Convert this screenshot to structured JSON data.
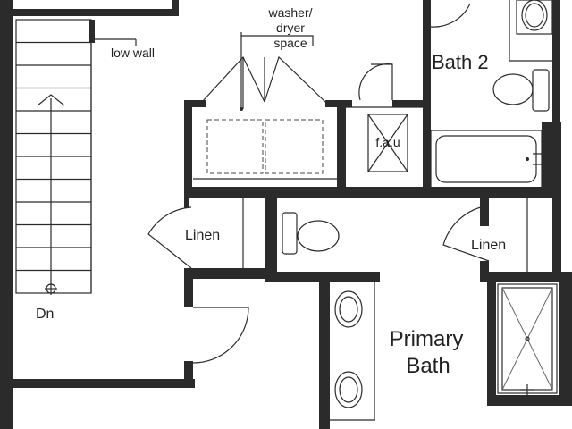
{
  "labels": {
    "low_wall": "low wall",
    "washer_dryer_line1": "washer/",
    "washer_dryer_line2": "dryer",
    "washer_dryer_line3": "space",
    "bath2": "Bath 2",
    "fau": "f.a.u",
    "linen_left": "Linen",
    "linen_right": "Linen",
    "stair_dn": "Dn",
    "primary_bath_line1": "Primary",
    "primary_bath_line2": "Bath"
  },
  "colors": {
    "wall": "#2b2b2b",
    "background": "#ffffff"
  }
}
